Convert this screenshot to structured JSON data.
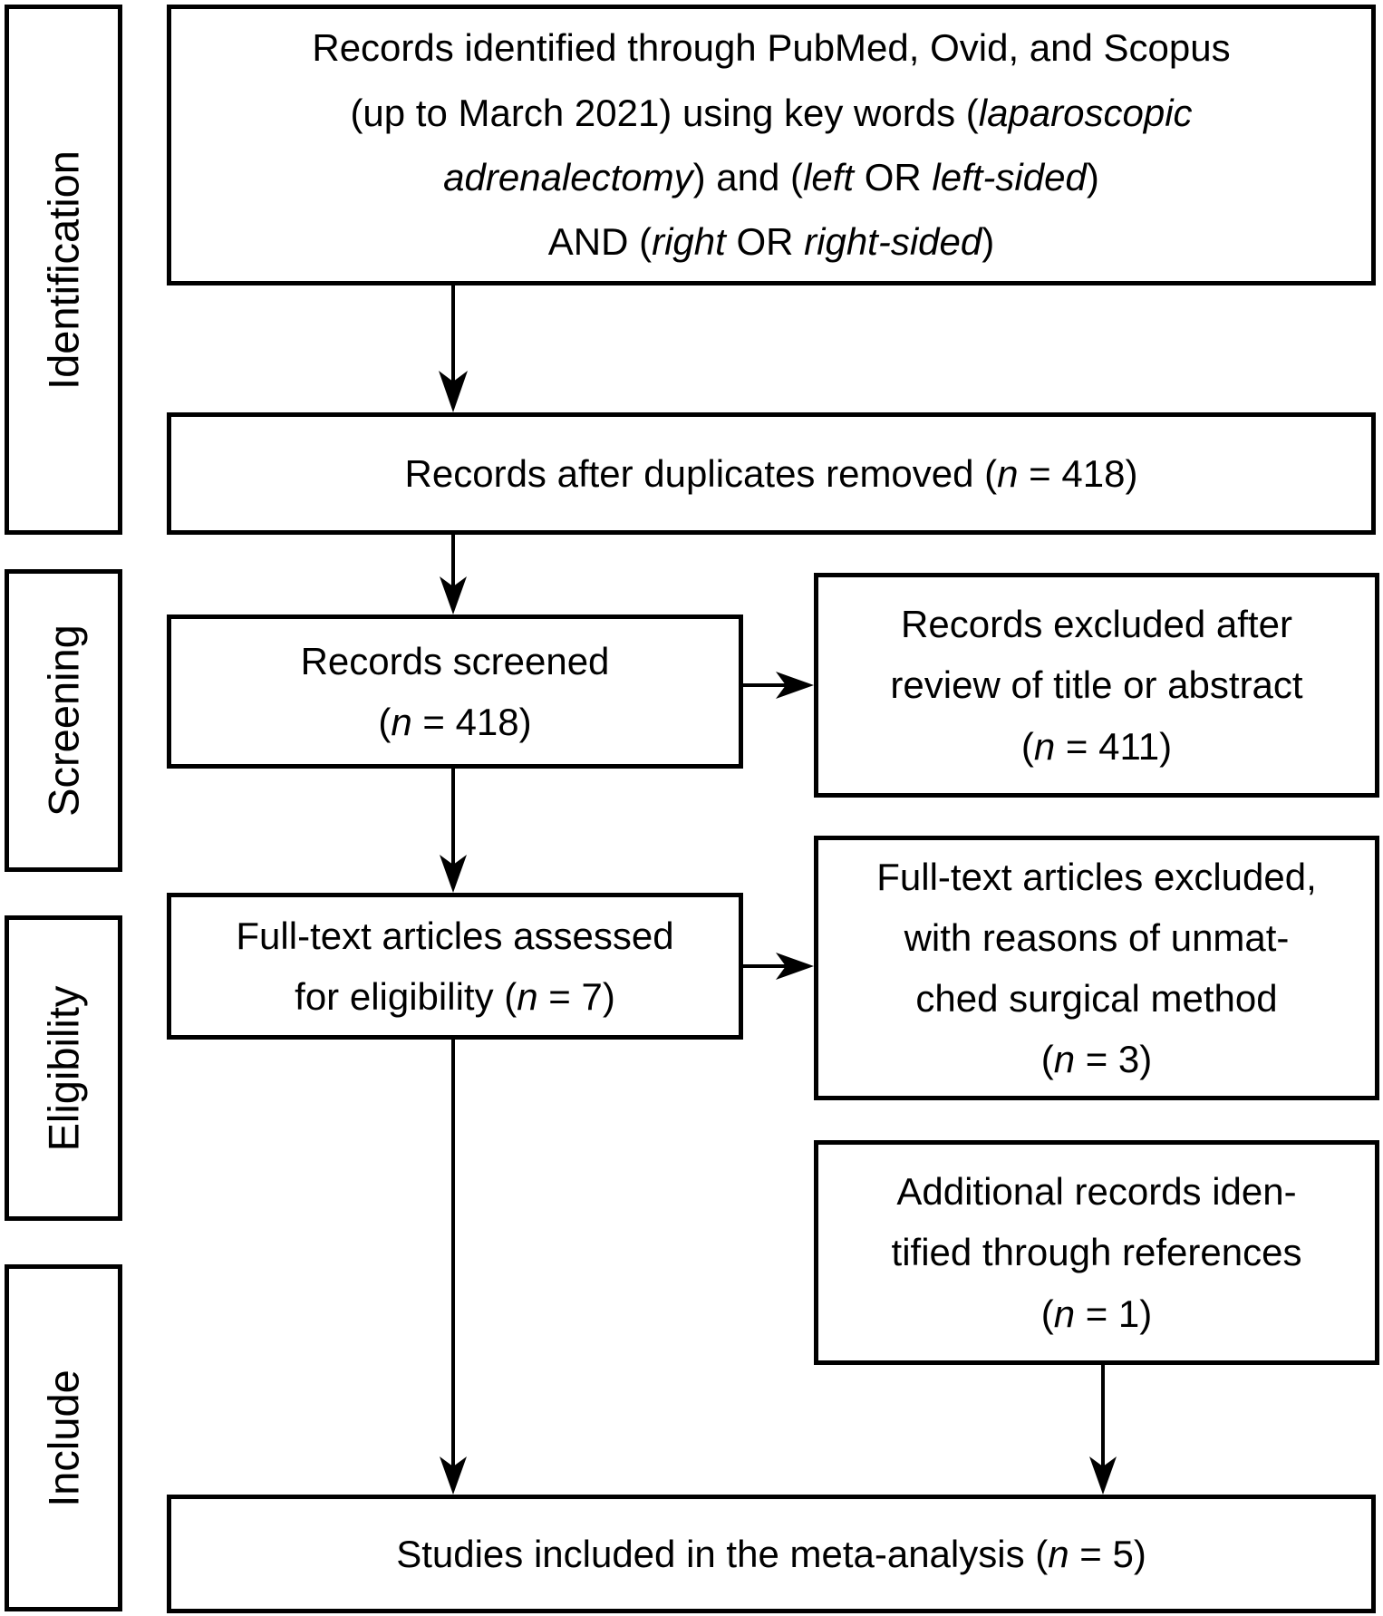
{
  "colors": {
    "border": "#000000",
    "bg": "#ffffff",
    "text": "#000000"
  },
  "sidebar": {
    "stages": [
      {
        "label": "Identification"
      },
      {
        "label": "Screening"
      },
      {
        "label": "Eligibility"
      },
      {
        "label": "Include"
      }
    ]
  },
  "boxes": {
    "records_identified": {
      "segments": [
        {
          "t": "Records identified through PubMed, Ovid, and Scopus"
        },
        {
          "t": "(up to March 2021) using key words (",
          "br": true
        },
        {
          "t": "laparoscopic",
          "i": true
        },
        {
          "t": "adrenalectomy",
          "i": true,
          "br": true
        },
        {
          "t": ") and ("
        },
        {
          "t": "left",
          "i": true
        },
        {
          "t": " OR "
        },
        {
          "t": "left-sided",
          "i": true
        },
        {
          "t": ")"
        },
        {
          "t": "AND (",
          "br": true
        },
        {
          "t": "right",
          "i": true
        },
        {
          "t": " OR "
        },
        {
          "t": "right-sided",
          "i": true
        },
        {
          "t": ")"
        }
      ]
    },
    "duplicates_removed": {
      "segments": [
        {
          "t": "Records after duplicates removed ("
        },
        {
          "t": "n",
          "i": true
        },
        {
          "t": " = 418)"
        }
      ]
    },
    "records_screened": {
      "segments": [
        {
          "t": "Records screened"
        },
        {
          "t": "(",
          "br": true
        },
        {
          "t": "n",
          "i": true
        },
        {
          "t": " = 418)"
        }
      ]
    },
    "records_excluded": {
      "segments": [
        {
          "t": "Records excluded after"
        },
        {
          "t": "review of title or abstract",
          "br": true
        },
        {
          "t": "(",
          "br": true
        },
        {
          "t": "n",
          "i": true
        },
        {
          "t": " = 411)"
        }
      ]
    },
    "fulltext_assessed": {
      "segments": [
        {
          "t": "Full-text articles assessed"
        },
        {
          "t": "for eligibility (",
          "br": true
        },
        {
          "t": "n",
          "i": true
        },
        {
          "t": " = 7)"
        }
      ]
    },
    "fulltext_excluded": {
      "segments": [
        {
          "t": "Full-text articles excluded,"
        },
        {
          "t": "with reasons of unmat-",
          "br": true
        },
        {
          "t": "ched surgical method",
          "br": true
        },
        {
          "t": "(",
          "br": true
        },
        {
          "t": "n",
          "i": true
        },
        {
          "t": " = 3)"
        }
      ]
    },
    "additional_records": {
      "segments": [
        {
          "t": "Additional records iden-"
        },
        {
          "t": "tified through references",
          "br": true
        },
        {
          "t": "(",
          "br": true
        },
        {
          "t": "n",
          "i": true
        },
        {
          "t": " = 1)"
        }
      ]
    },
    "studies_included": {
      "segments": [
        {
          "t": "Studies included in the meta-analysis ("
        },
        {
          "t": "n",
          "i": true
        },
        {
          "t": " = 5)"
        }
      ]
    }
  }
}
